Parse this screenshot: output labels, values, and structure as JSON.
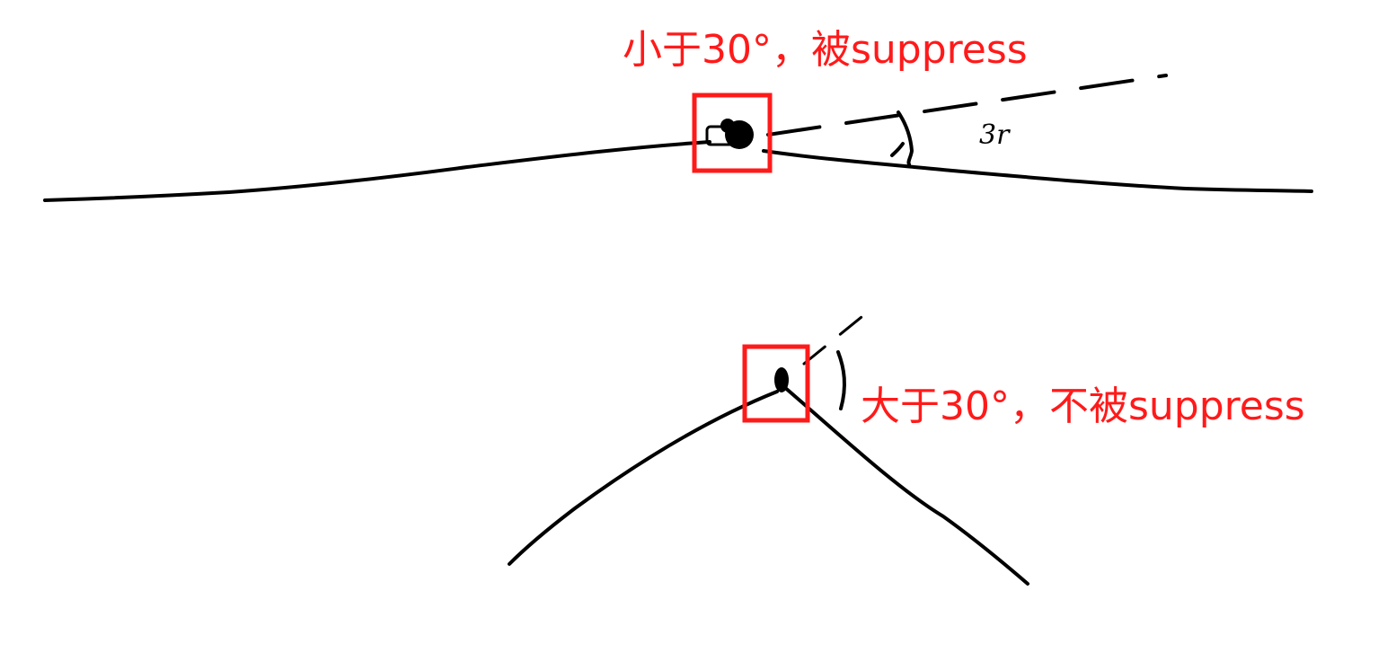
{
  "annotations": {
    "top_label": "小于30°，被suppress",
    "bottom_label": "大于30°，不被suppress",
    "top_angle_scribble": "3r"
  },
  "colors": {
    "annotation": "#ff1a1a",
    "box": "#ff1a1a",
    "sketch": "#000000",
    "background": "#ffffff"
  }
}
